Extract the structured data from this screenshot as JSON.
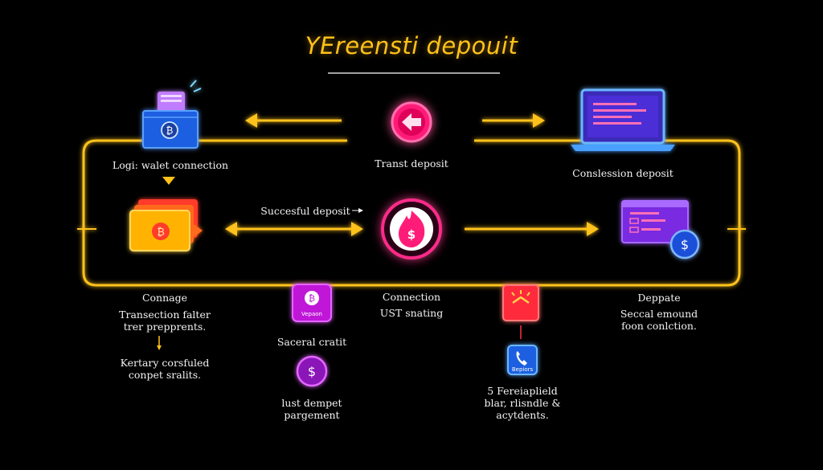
{
  "title": "YEreensti depouit",
  "colors": {
    "wire": "#ffc21a",
    "pink": "#ff2a8a",
    "magenta": "#d21ee6",
    "blue": "#2f7bff",
    "purple": "#8a3cff",
    "red": "#ff3040",
    "cyan": "#7fd7ff"
  },
  "nodes": {
    "wallet": {
      "icon": "wallet-coin-icon",
      "label": "Logi: walet connection"
    },
    "back": {
      "icon": "back-arrow-icon",
      "label": "Transt deposit"
    },
    "laptop": {
      "icon": "laptop-icon",
      "label": "Conslession deposit"
    },
    "cards": {
      "icon": "bitcoin-cards-icon"
    },
    "center": {
      "icon": "dollar-flame-icon",
      "label": "Connection",
      "sublabel": "UST snating"
    },
    "browser": {
      "icon": "browser-dollar-icon",
      "label": "Deppate",
      "sublabel": [
        "Seccal emound",
        "foon conlction."
      ]
    },
    "bitcoin_tile": {
      "icon": "bitcoin-tile-icon",
      "caption": "Vepaon",
      "label": "Saceral cratit"
    },
    "coin": {
      "icon": "dollar-coin-icon",
      "label": [
        "lust dempet",
        "pargement"
      ]
    },
    "alert": {
      "icon": "alert-icon"
    },
    "phone": {
      "icon": "phone-icon",
      "caption": "Bepiors",
      "label": [
        "5 Fereiaplield",
        "blar, rlisndle &",
        "acytdents."
      ]
    }
  },
  "left_labels": {
    "heading": "Connage",
    "lines": [
      "Transection falter",
      "trer prepprents."
    ],
    "lines2": [
      "Kertary corsfuled",
      "conpet sralits."
    ]
  },
  "edge_label": "Succesful deposit"
}
